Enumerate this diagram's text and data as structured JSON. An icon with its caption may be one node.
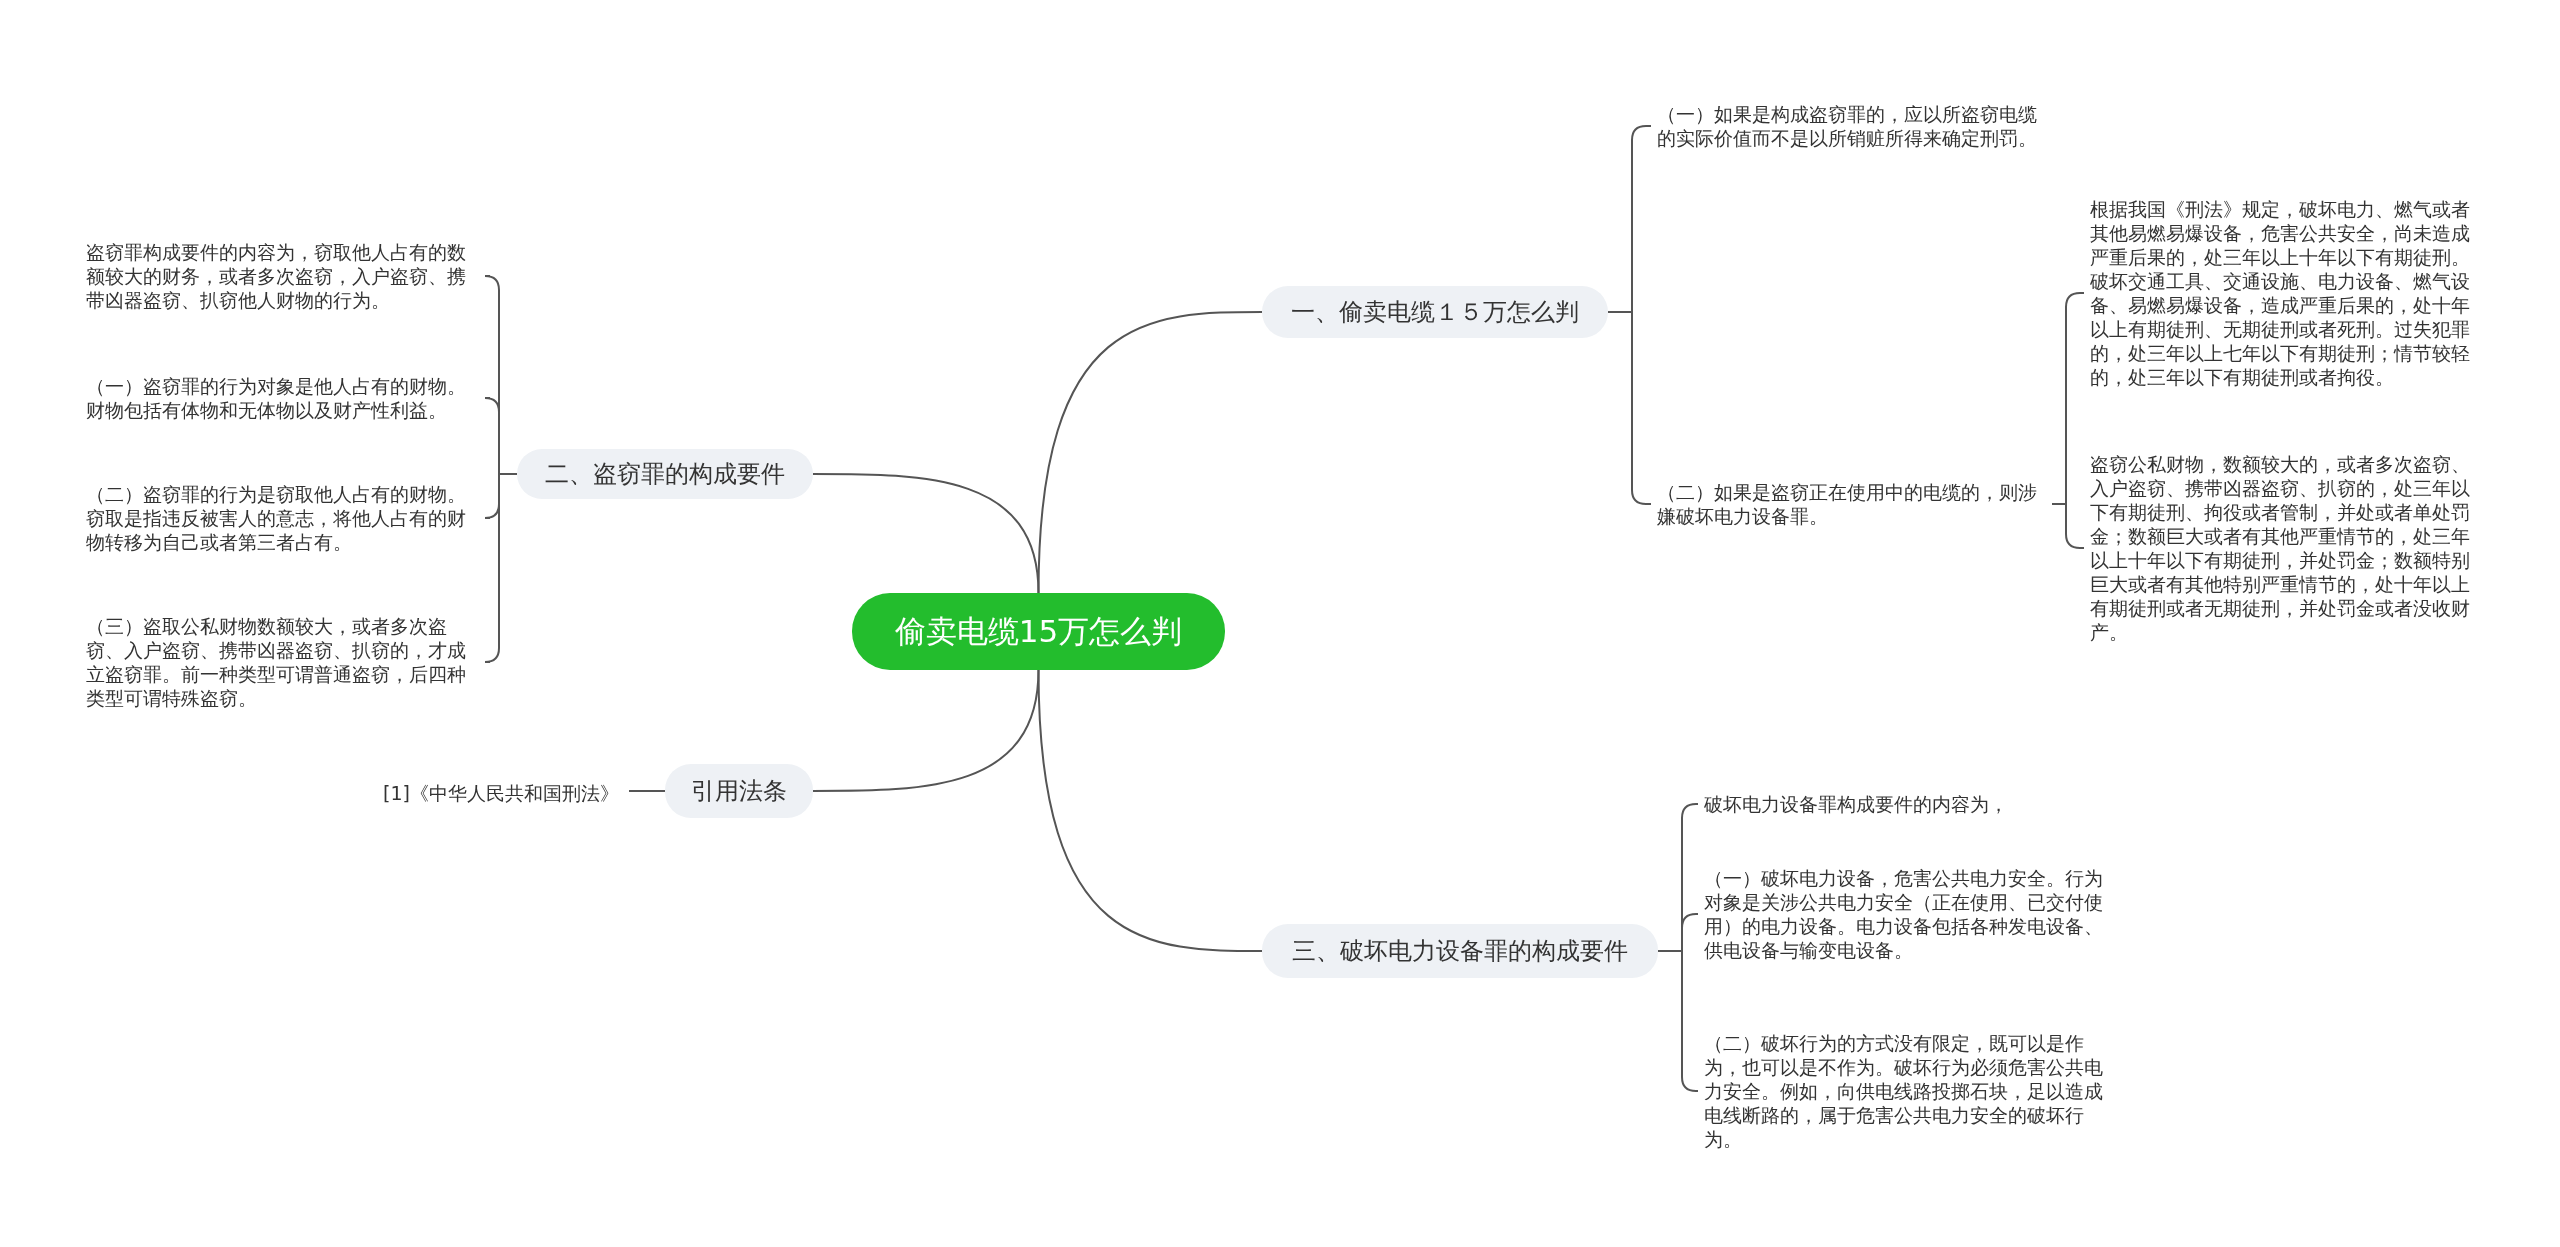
{
  "diagram": {
    "nodes": [
      {
        "text": [
          "偷卖电缆15万怎么判"
        ]
      },
      {
        "text": [
          "一、偷卖电缆１５万怎么判"
        ]
      },
      {
        "text": [
          "（一）如果是构成盗窃罪的，应以所盗窃电缆的实际价值而不是以所销赃所得来确定刑罚。"
        ]
      },
      {
        "text": [
          "（二）如果是盗窃正在使用中的电缆的，则涉嫌破坏电力设备罪。"
        ]
      },
      {
        "text": [
          "根据我国《刑法》规定，破坏电力、燃气或者其他易燃易爆设备，危害公共安全，尚未造成严重后果的，处三年以上十年以下有期徒刑。破坏交通工具、交通设施、电力设备、燃气设备、易燃易爆设备，造成严重后果的，处十年以上有期徒刑、无期徒刑或者死刑。过失犯罪的，处三年以上七年以下有期徒刑；情节较轻的，处三年以下有期徒刑或者拘役。"
        ]
      },
      {
        "text": [
          "盗窃公私财物，数额较大的，或者多次盗窃、入户盗窃、携带凶器盗窃、扒窃的，处三年以下有期徒刑、拘役或者管制，并处或者单处罚金；数额巨大或者有其他严重情节的，处三年以上十年以下有期徒刑，并处罚金；数额特别巨大或者有其他特别严重情节的，处十年以上有期徒刑或者无期徒刑，并处罚金或者没收财产。"
        ]
      },
      {
        "text": [
          "二、盗窃罪的构成要件"
        ]
      },
      {
        "text": [
          "盗窃罪构成要件的内容为，窃取他人占有的数额较大的财务，或者多次盗窃，入户盗窃、携带凶器盗窃、扒窃他人财物的行为。"
        ]
      },
      {
        "text": [
          "（一）盗窃罪的行为对象是他人占有的财物。财物包括有体物和无体物以及财产性利益。"
        ]
      },
      {
        "text": [
          "（二）盗窃罪的行为是窃取他人占有的财物。窃取是指违反被害人的意志，将他人占有的财物转移为自己或者第三者占有。"
        ]
      },
      {
        "text": [
          "（三）盗取公私财物数额较大，或者多次盗窃、入户盗窃、携带凶器盗窃、扒窃的，才成立盗窃罪。前一种类型可谓普通盗窃，后四种类型可谓特殊盗窃。"
        ]
      },
      {
        "text": [
          "引用法条"
        ]
      },
      {
        "text": [
          "[1]《中华人民共和国刑法》"
        ]
      },
      {
        "text": [
          "三、破坏电力设备罪的构成要件"
        ]
      },
      {
        "text": [
          "破坏电力设备罪构成要件的内容为，"
        ]
      },
      {
        "text": [
          "（一）破坏电力设备，危害公共电力安全。行为对象是关涉公共电力安全（正在使用、已交付使用）的电力设备。电力设备包括各种发电设备、供电设备与输变电设备。"
        ]
      },
      {
        "text": [
          "（二）破坏行为的方式没有限定，既可以是作为，也可以是不作为。破坏行为必须危害公共电力安全。例如，向供电线路投掷石块，足以造成电线断路的，属于危害公共电力安全的破坏行为。"
        ]
      }
    ],
    "edges": [
      {
        "from": 0,
        "to": 1,
        "arrow": "none"
      },
      {
        "from": 1,
        "to": 2,
        "arrow": "none"
      },
      {
        "from": 1,
        "to": 3,
        "arrow": "none"
      },
      {
        "from": 3,
        "to": 4,
        "arrow": "none"
      },
      {
        "from": 3,
        "to": 5,
        "arrow": "none"
      },
      {
        "from": 0,
        "to": 6,
        "arrow": "none"
      },
      {
        "from": 6,
        "to": 7,
        "arrow": "none"
      },
      {
        "from": 6,
        "to": 8,
        "arrow": "none"
      },
      {
        "from": 6,
        "to": 9,
        "arrow": "none"
      },
      {
        "from": 6,
        "to": 10,
        "arrow": "none"
      },
      {
        "from": 0,
        "to": 11,
        "arrow": "none"
      },
      {
        "from": 11,
        "to": 12,
        "arrow": "none"
      },
      {
        "from": 0,
        "to": 13,
        "arrow": "none"
      },
      {
        "from": 13,
        "to": 14,
        "arrow": "none"
      },
      {
        "from": 13,
        "to": 15,
        "arrow": "none"
      },
      {
        "from": 13,
        "to": 16,
        "arrow": "none"
      }
    ]
  }
}
